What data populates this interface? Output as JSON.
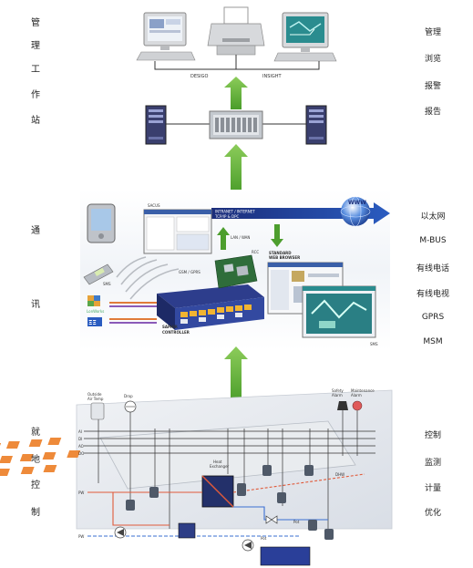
{
  "left_labels": {
    "management": [
      "管",
      "理",
      "工",
      "作",
      "站"
    ],
    "comm": [
      "通",
      "讯"
    ],
    "field": [
      "就",
      "地",
      "控",
      "制"
    ]
  },
  "right_labels": {
    "management": [
      "管理",
      "浏览",
      "报警",
      "报告"
    ],
    "comm": [
      "以太网",
      "M-BUS",
      "有线电话",
      "有线电视",
      "GPRS",
      "MSM"
    ],
    "field": [
      "控制",
      "监测",
      "计量",
      "优化"
    ]
  },
  "workstation": {
    "desigo": "DESIGO",
    "insight": "INSIGHT"
  },
  "comm_zone": {
    "sacus": "SACUS",
    "intranet": "INTRANET / INTERNET",
    "tcpip": "TCP/IP & DPC",
    "www": "WWW",
    "lan_wan": "LAN / WAN",
    "rcc": "RCC",
    "standard": "STANDARD",
    "web_browser": "WEB BROWSER",
    "sms": "SMS",
    "gsm_gprs": "GSM / GPRS",
    "sms2": "SMS",
    "saphir_1": "SAPHIR",
    "saphir_2": "CONTROLLER",
    "lonworks": "LonWorks"
  },
  "field_zone": {
    "outside_1": "Outside",
    "outside_2": "Air Temp",
    "drop": "Drop",
    "safety_1": "Safety",
    "safety_2": "Alarm",
    "maint_1": "Maintenance",
    "maint_2": "Alarm",
    "bus_lines": [
      "AI",
      "DI",
      "AO",
      "DO"
    ],
    "heat_1": "Heat",
    "heat_2": "Exchanger",
    "pot": "Pot",
    "pot2": "Pot",
    "pw_in": "PW",
    "pw_out": "PW",
    "dhw": "DHW"
  }
}
